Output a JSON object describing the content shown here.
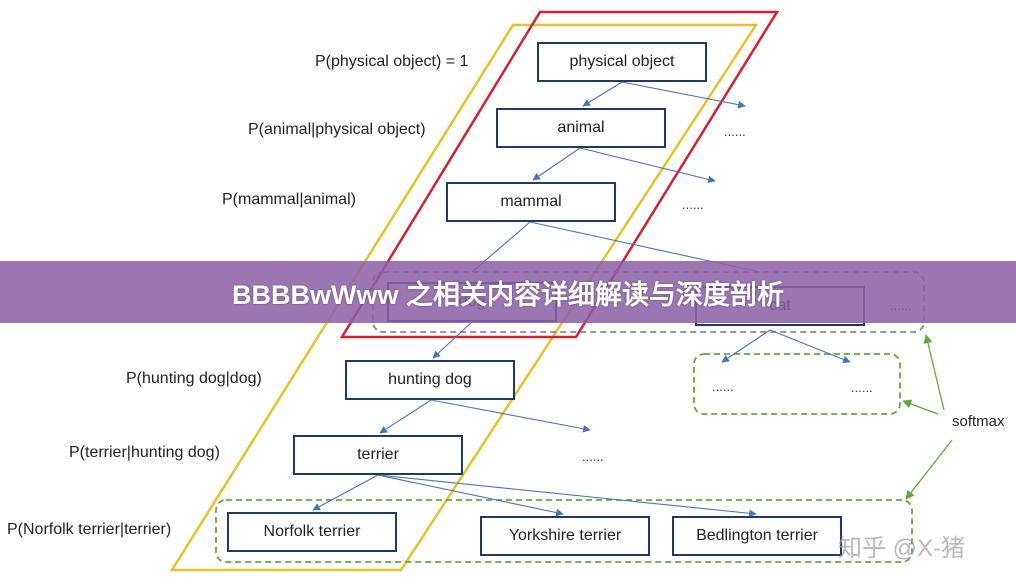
{
  "diagram": {
    "nodes": {
      "physical_object": "physical object",
      "animal": "animal",
      "mammal": "mammal",
      "dog": "dog",
      "cat": "cat",
      "hunting_dog": "hunting dog",
      "terrier": "terrier",
      "norfolk_terrier": "Norfolk terrier",
      "yorkshire_terrier": "Yorkshire terrier",
      "bedlington_terrier": "Bedlington terrier"
    },
    "probabilities": {
      "p_physical_object": "P(physical object) = 1",
      "p_animal": "P(animal|physical object)",
      "p_mammal": "P(mammal|animal)",
      "p_hunting_dog": "P(hunting dog|dog)",
      "p_terrier": "P(terrier|hunting dog)",
      "p_norfolk": "P(Norfolk terrier|terrier)"
    },
    "ellipsis": "......",
    "softmax_label": "softmax",
    "colors": {
      "node_border": "#1f3b63",
      "edge": "#4a74b4",
      "red_region": "#d42030",
      "yellow_region": "#e6c12a",
      "green_group": "#62a840",
      "gray_group": "#8a8a8a"
    }
  },
  "banner": {
    "title": "BBBBwWww 之相关内容详细解读与深度剖析"
  },
  "watermark": "知乎 @X-猪"
}
